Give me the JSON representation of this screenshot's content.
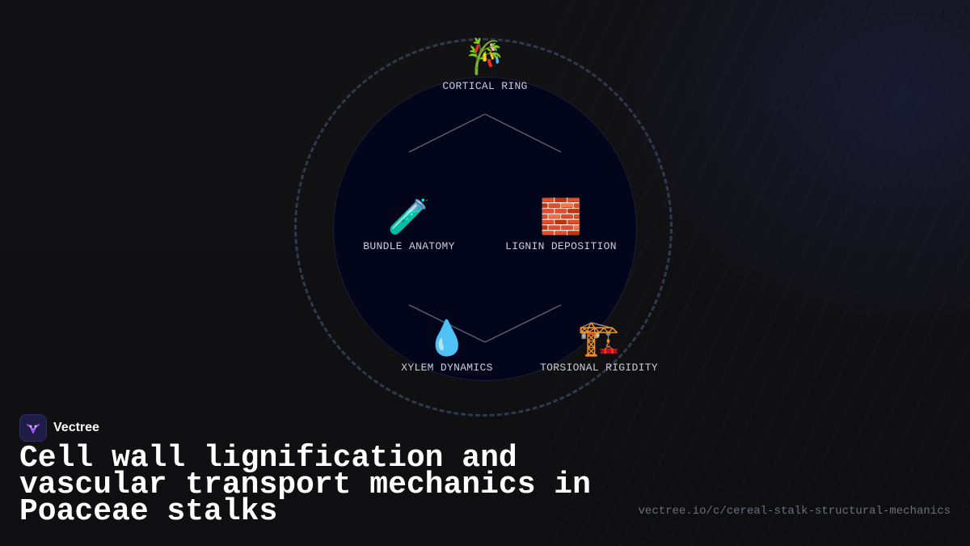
{
  "brand": {
    "name": "Vectree",
    "logo_icon": "vectree-logo-icon",
    "accent_color": "#a855f7"
  },
  "headline": "Cell wall lignification and vascular transport mechanics in Poaceae stalks",
  "url": "vectree.io/c/cereal-stalk-structural-mechanics",
  "diagram": {
    "center": {
      "label": "CORTICAL RING",
      "icon": "bamboo-icon",
      "glyph": "🎋"
    },
    "nodes": [
      {
        "label": "BUNDLE ANATOMY",
        "icon": "test-tube-icon",
        "glyph": "🧪"
      },
      {
        "label": "LIGNIN DEPOSITION",
        "icon": "brick-wall-icon",
        "glyph": "🧱"
      },
      {
        "label": "XYLEM DYNAMICS",
        "icon": "water-drop-icon",
        "glyph": "💧"
      },
      {
        "label": "TORSIONAL RIGIDITY",
        "icon": "crane-icon",
        "glyph": "🏗️"
      }
    ],
    "colors": {
      "outer_ring": "#2f3a4c",
      "inner_disc": "#03061a",
      "connector": "#565c6e",
      "label": "#c9cdd8"
    }
  }
}
